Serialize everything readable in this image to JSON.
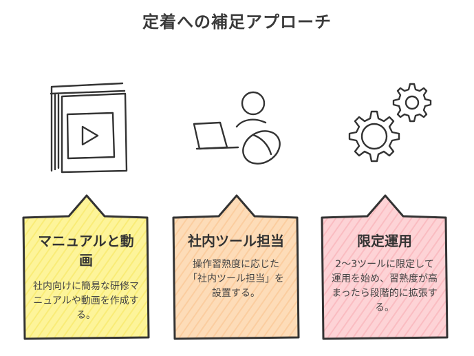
{
  "title": "定着への補足アプローチ",
  "cards": [
    {
      "heading": "マニュアルと動画",
      "body": "社内向けに簡易な研修マニュアルや動画を作成する。",
      "fill": "#fdf49a",
      "hatch": "#f6e55a",
      "icon": "video-book-icon"
    },
    {
      "heading": "社内ツール担当",
      "body": "操作習熟度に応じた「社内ツール担当」を設置する。",
      "fill": "#fddcb8",
      "hatch": "#f9c08a",
      "icon": "person-laptop-icon"
    },
    {
      "heading": "限定運用",
      "body": "2〜3ツールに限定して運用を始め、習熟度が高まったら段階的に拡張する。",
      "fill": "#fdd3d6",
      "hatch": "#f8a9b0",
      "icon": "gears-icon"
    }
  ]
}
